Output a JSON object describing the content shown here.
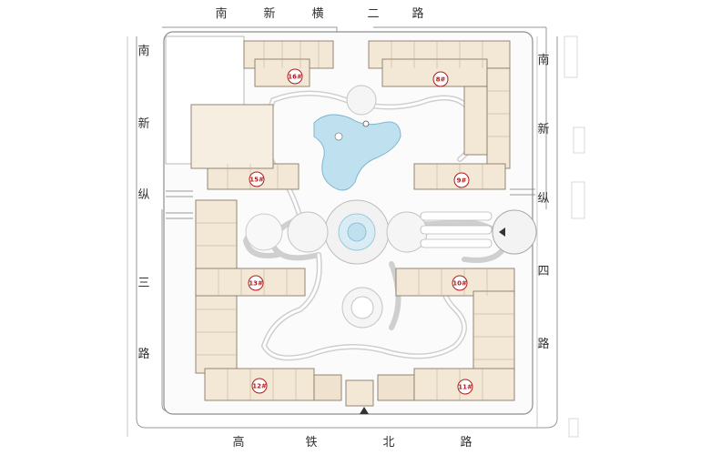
{
  "roads": {
    "north": "南新横二路",
    "west": "南新纵三路",
    "east": "南新纵四路",
    "south": "高铁北路"
  },
  "buildings": [
    {
      "id": "b16",
      "label": "16#"
    },
    {
      "id": "b8",
      "label": "8#"
    },
    {
      "id": "b15",
      "label": "15#"
    },
    {
      "id": "b9",
      "label": "9#"
    },
    {
      "id": "b13",
      "label": "13#"
    },
    {
      "id": "b10",
      "label": "10#"
    },
    {
      "id": "b12",
      "label": "12#"
    },
    {
      "id": "b11",
      "label": "11#"
    }
  ],
  "colors": {
    "building_fill": "#f3e7d6",
    "building_stroke": "#8a7a66",
    "badge_fill": "#ffffff",
    "badge_stroke": "#b01b1b",
    "label": "#b01b1b",
    "road_line": "#9a9a9a",
    "water": "#bfe0ee",
    "path": "#d8d8d8",
    "courtyard": "#f8f8f8"
  }
}
